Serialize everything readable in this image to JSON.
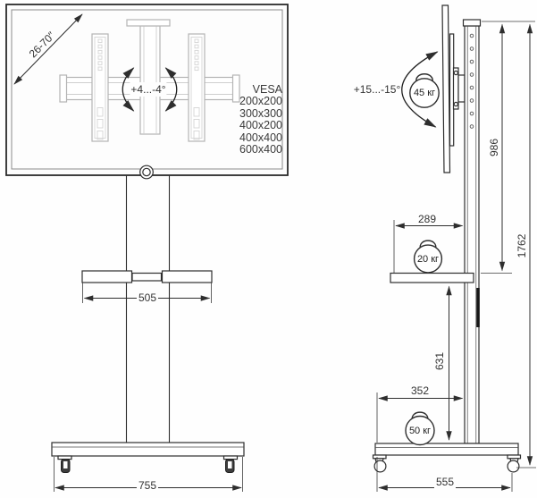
{
  "front": {
    "screen_size": "26-70″",
    "swivel": "+4...-4°",
    "vesa_title": "VESA",
    "vesa_sizes": [
      "200x200",
      "300x300",
      "400x200",
      "400x400",
      "600x400"
    ],
    "shelf_width": "505",
    "base_width": "755"
  },
  "side": {
    "tilt": "+15...-15°",
    "screen_load": "45 кг",
    "shelf_load": "20 кг",
    "base_load": "50 кг",
    "mount_height": "986",
    "total_height": "1762",
    "shelf_depth": "289",
    "shelf_clearance": "631",
    "base_front_depth": "352",
    "base_depth": "555"
  },
  "colors": {
    "line": "#2e2e2e",
    "mount_gray": "#b4b4b4",
    "text": "#333333",
    "background": "#ffffff"
  }
}
